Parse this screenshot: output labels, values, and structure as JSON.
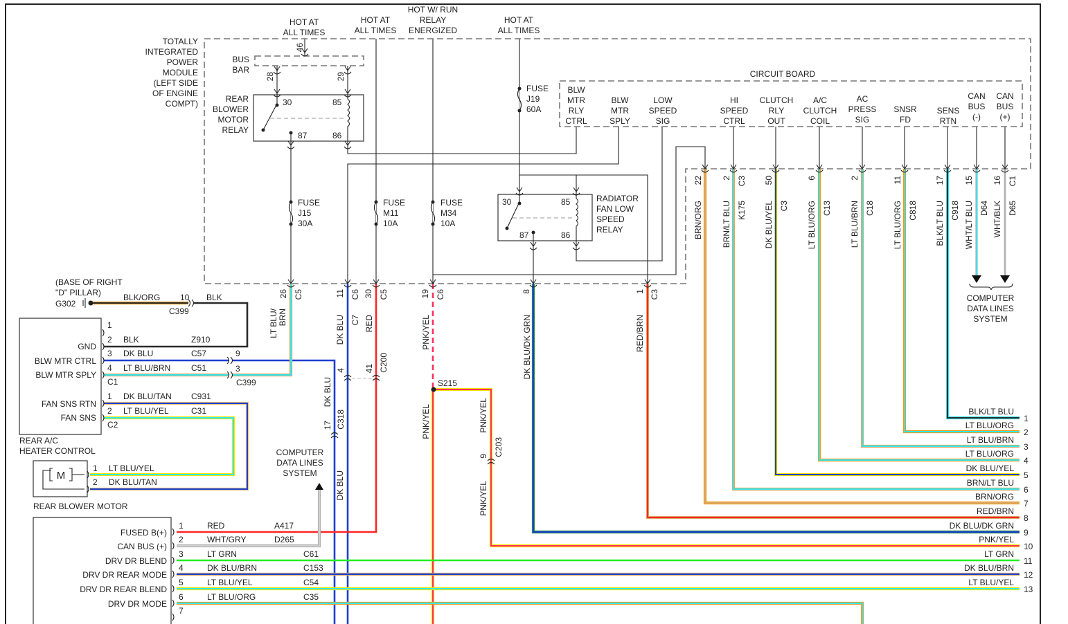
{
  "wire_colors": {
    "BLK": "#2a2a2a",
    "ORG": "#f29a1e",
    "LT BLU": "#33e6f0",
    "BRN": "#d9a866",
    "DK BLU": "#1b3fd0",
    "RED": "#ff2424",
    "PNK": "#ff3060",
    "YEL": "#f2e600",
    "TAN": "#e8c27a",
    "DK GRN": "#2a8a4a",
    "LT GRN": "#22ee22",
    "WHT": "#d0d0d0",
    "GRY": "#b0b0b0"
  },
  "top": {
    "feed1": [
      "HOT AT",
      "ALL TIMES"
    ],
    "feed2": [
      "HOT AT",
      "ALL TIMES"
    ],
    "feed3": [
      "HOT W/ RUN",
      "RELAY",
      "ENERGIZED"
    ],
    "feed4": [
      "HOT AT",
      "ALL TIMES"
    ]
  },
  "tipm": {
    "label": [
      "TOTALLY",
      "INTEGRATED",
      "POWER",
      "MODULE",
      "(LEFT SIDE",
      "OF ENGINE",
      "COMPT)"
    ],
    "bus_bar": [
      "BUS",
      "BAR"
    ],
    "bus_pin": "46",
    "pin28": "28",
    "pin29": "29",
    "relay_label": [
      "REAR",
      "BLOWER",
      "MOTOR",
      "RELAY"
    ],
    "relay_pins": [
      "30",
      "85",
      "87",
      "86"
    ],
    "fuse_j19": [
      "FUSE",
      "J19",
      "60A"
    ],
    "fuse_j15": [
      "FUSE",
      "J15",
      "30A"
    ],
    "fuse_m11": [
      "FUSE",
      "M11",
      "10A"
    ],
    "fuse_m34": [
      "FUSE",
      "M34",
      "10A"
    ],
    "rad_relay_label": [
      "RADIATOR",
      "FAN LOW",
      "SPEED",
      "RELAY"
    ],
    "rad_relay_pins": [
      "30",
      "85",
      "87",
      "86"
    ],
    "circuit_board": "CIRCUIT BOARD",
    "cb_pins": [
      [
        "BLW",
        "MTR",
        "RLY",
        "CTRL"
      ],
      [
        "BLW",
        "MTR",
        "SPLY"
      ],
      [
        "LOW",
        "SPEED",
        "SIG"
      ],
      [
        "HI",
        "SPEED",
        "CTRL"
      ],
      [
        "CLUTCH",
        "RLY",
        "OUT"
      ],
      [
        "A/C",
        "CLUTCH",
        "COIL"
      ],
      [
        "AC",
        "PRESS",
        "SIG"
      ],
      [
        "SNSR",
        "FD"
      ],
      [
        "SENS",
        "RTN"
      ],
      [
        "CAN",
        "BUS",
        "(-)"
      ],
      [
        "CAN",
        "BUS",
        "(+)"
      ]
    ]
  },
  "tipm_bottom_pins": [
    {
      "pin": "26",
      "conn": "C5",
      "color": [
        "LT BLU/",
        "BRN"
      ]
    },
    {
      "pin": "11",
      "conn": "C6",
      "color": "DK BLU",
      "circuit": "C7"
    },
    {
      "pin": "30",
      "conn": "C5",
      "color": "RED"
    },
    {
      "pin": "19",
      "conn": "C6",
      "color": "PNK/YEL"
    },
    {
      "pin": "8",
      "color": "DK BLU/DK GRN"
    },
    {
      "pin": "1",
      "conn": "C3",
      "color": "RED/BRN"
    }
  ],
  "tipm_right_pins": [
    {
      "pin": "22",
      "color": "BRN/ORG"
    },
    {
      "pin": "2",
      "conn": "C3",
      "color": "BRN/LT BLU",
      "circuit": "K175"
    },
    {
      "pin": "50",
      "color": "DK BLU/YEL",
      "circuit": "C3"
    },
    {
      "pin": "6",
      "color": "LT BLU/ORG",
      "circuit": "C13"
    },
    {
      "pin": "2",
      "color": "LT BLU/BRN",
      "circuit": "C18"
    },
    {
      "pin": "11",
      "color": "LT BLU/ORG",
      "circuit": "C818"
    },
    {
      "pin": "17",
      "color": "BLK/LT BLU",
      "circuit": "C918"
    },
    {
      "pin": "15",
      "color": "WHT/LT BLU",
      "circuit": "D64"
    },
    {
      "pin": "16",
      "conn": "C1",
      "color": "WHT/BLK",
      "circuit": "D65"
    }
  ],
  "data_lines_right": [
    "COMPUTER",
    "DATA LINES",
    "SYSTEM"
  ],
  "data_lines_left": [
    "COMPUTER",
    "DATA LINES",
    "SYSTEM"
  ],
  "ground": {
    "location": [
      "(BASE OF RIGHT",
      "\"D\" PILLAR)"
    ],
    "id": "G302",
    "wire": "BLK/ORG",
    "pin": "10",
    "wire2": "BLK",
    "conn": "C399"
  },
  "heater_control": {
    "name": [
      "REAR A/C",
      "HEATER CONTROL"
    ],
    "c1": "C1",
    "c2": "C2",
    "c1_pins": [
      {
        "num": "1"
      },
      {
        "num": "2",
        "label": "GND",
        "color": "BLK",
        "circuit": "Z910"
      },
      {
        "num": "3",
        "label": "BLW MTR CTRL",
        "color": "DK BLU",
        "circuit": "C57",
        "inline_pin": "9"
      },
      {
        "num": "4",
        "label": "BLW MTR SPLY",
        "color": "LT BLU/BRN",
        "circuit": "C51",
        "inline_pin": "3"
      }
    ],
    "inline_conn": "C399",
    "c2_pins": [
      {
        "num": "1",
        "label": "FAN SNS RTN",
        "color": "DK BLU/TAN",
        "circuit": "C931"
      },
      {
        "num": "2",
        "label": "FAN SNS",
        "color": "LT BLU/YEL",
        "circuit": "C31"
      }
    ]
  },
  "blower_motor": {
    "name": "REAR BLOWER MOTOR",
    "symbol": "M",
    "pins": [
      {
        "num": "1",
        "color": "LT BLU/YEL"
      },
      {
        "num": "2",
        "color": "DK BLU/TAN"
      }
    ]
  },
  "mid": {
    "c318": {
      "pin": "17",
      "conn": "C318",
      "color": "DK BLU"
    },
    "c200": {
      "pin4": "4",
      "pin41": "41",
      "conn": "C200"
    },
    "lower_dk_blu": "DK BLU",
    "splice": "S215",
    "pnk1": "PNK/YEL",
    "pnk2": "PNK/YEL",
    "pnk3": "PNK/YEL",
    "c203": {
      "pin": "9",
      "conn": "C203"
    }
  },
  "bottom_module": {
    "pins": [
      {
        "num": "1",
        "label": "FUSED B(+)",
        "color": "RED",
        "circuit": "A417"
      },
      {
        "num": "2",
        "label": "CAN BUS (+)",
        "color": "WHT/GRY",
        "circuit": "D265"
      },
      {
        "num": "3",
        "label": "DRV DR BLEND",
        "color": "LT GRN",
        "circuit": "C61"
      },
      {
        "num": "4",
        "label": "DRV DR REAR MODE",
        "color": "DK BLU/BRN",
        "circuit": "C153"
      },
      {
        "num": "5",
        "label": "DRV DR REAR BLEND",
        "color": "LT BLU/YEL",
        "circuit": "C54"
      },
      {
        "num": "6",
        "label": "DRV DR MODE",
        "color": "LT BLU/ORG",
        "circuit": "C35"
      },
      {
        "num": "7"
      }
    ]
  },
  "right_wires": [
    {
      "num": "1",
      "color": "BLK/LT BLU"
    },
    {
      "num": "2",
      "color": "LT BLU/ORG"
    },
    {
      "num": "3",
      "color": "LT BLU/BRN"
    },
    {
      "num": "4",
      "color": "LT BLU/ORG"
    },
    {
      "num": "5",
      "color": "DK BLU/YEL"
    },
    {
      "num": "6",
      "color": "BRN/LT BLU"
    },
    {
      "num": "7",
      "color": "BRN/ORG"
    },
    {
      "num": "8",
      "color": "RED/BRN"
    },
    {
      "num": "9",
      "color": "DK BLU/DK GRN"
    },
    {
      "num": "10",
      "color": "PNK/YEL"
    },
    {
      "num": "11",
      "color": "LT GRN"
    },
    {
      "num": "12",
      "color": "DK BLU/BRN"
    },
    {
      "num": "13",
      "color": "LT BLU/YEL"
    }
  ]
}
